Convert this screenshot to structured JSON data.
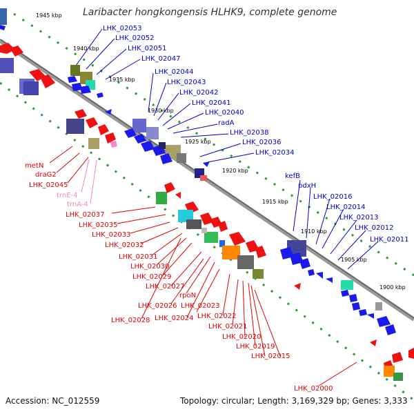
{
  "title": "Laribacter hongkongensis HLHK9, complete genome",
  "footer": {
    "accession": "Accession: NC_012559",
    "summary": "Topology: circular; Length: 3,169,329 bp; Genes: 3,333"
  },
  "colors": {
    "backbone": "#808080",
    "blue_label": "#0000cc",
    "red_label": "#e00000",
    "pink_label": "#ee88bb",
    "ticks": "#2a9a2a",
    "gene_blue": "#1a1aee",
    "gene_red": "#ee1111"
  },
  "kbp_ticks": [
    "1945 kbp",
    "1940 kbp",
    "1935 kbp",
    "1930 kbp",
    "1925 kbp",
    "1920 kbp",
    "1915 kbp",
    "1910 kbp",
    "1905 kbp",
    "1900 kbp"
  ],
  "top_labels": [
    "LHK_02053",
    "LHK_02052",
    "LHK_02051",
    "LHK_02047",
    "LHK_02044",
    "LHK_02043",
    "LHK_02042",
    "LHK_02041",
    "LHK_02040",
    "radA",
    "LHK_02038",
    "LHK_02036",
    "LHK_02034"
  ],
  "right_labels": [
    "kefB",
    "pdxH",
    "LHK_02016",
    "LHK_02014",
    "LHK_02013",
    "LHK_02012",
    "LHK_02011"
  ],
  "left_labels": [
    "metN",
    "draG2",
    "LHK_02045",
    "trnE-4",
    "trnA-4"
  ],
  "bottom_labels": [
    "LHK_02037",
    "LHK_02035",
    "LHK_02033",
    "LHK_02032",
    "LHK_02031",
    "LHK_02030",
    "LHK_02029",
    "LHK_02027",
    "rpoN",
    "LHK_02026",
    "LHK_02023",
    "LHK_02028",
    "LHK_02024",
    "LHK_02022",
    "LHK_02021",
    "LHK_02020",
    "LHK_02019",
    "LHK_02015",
    "LHK_02000"
  ]
}
